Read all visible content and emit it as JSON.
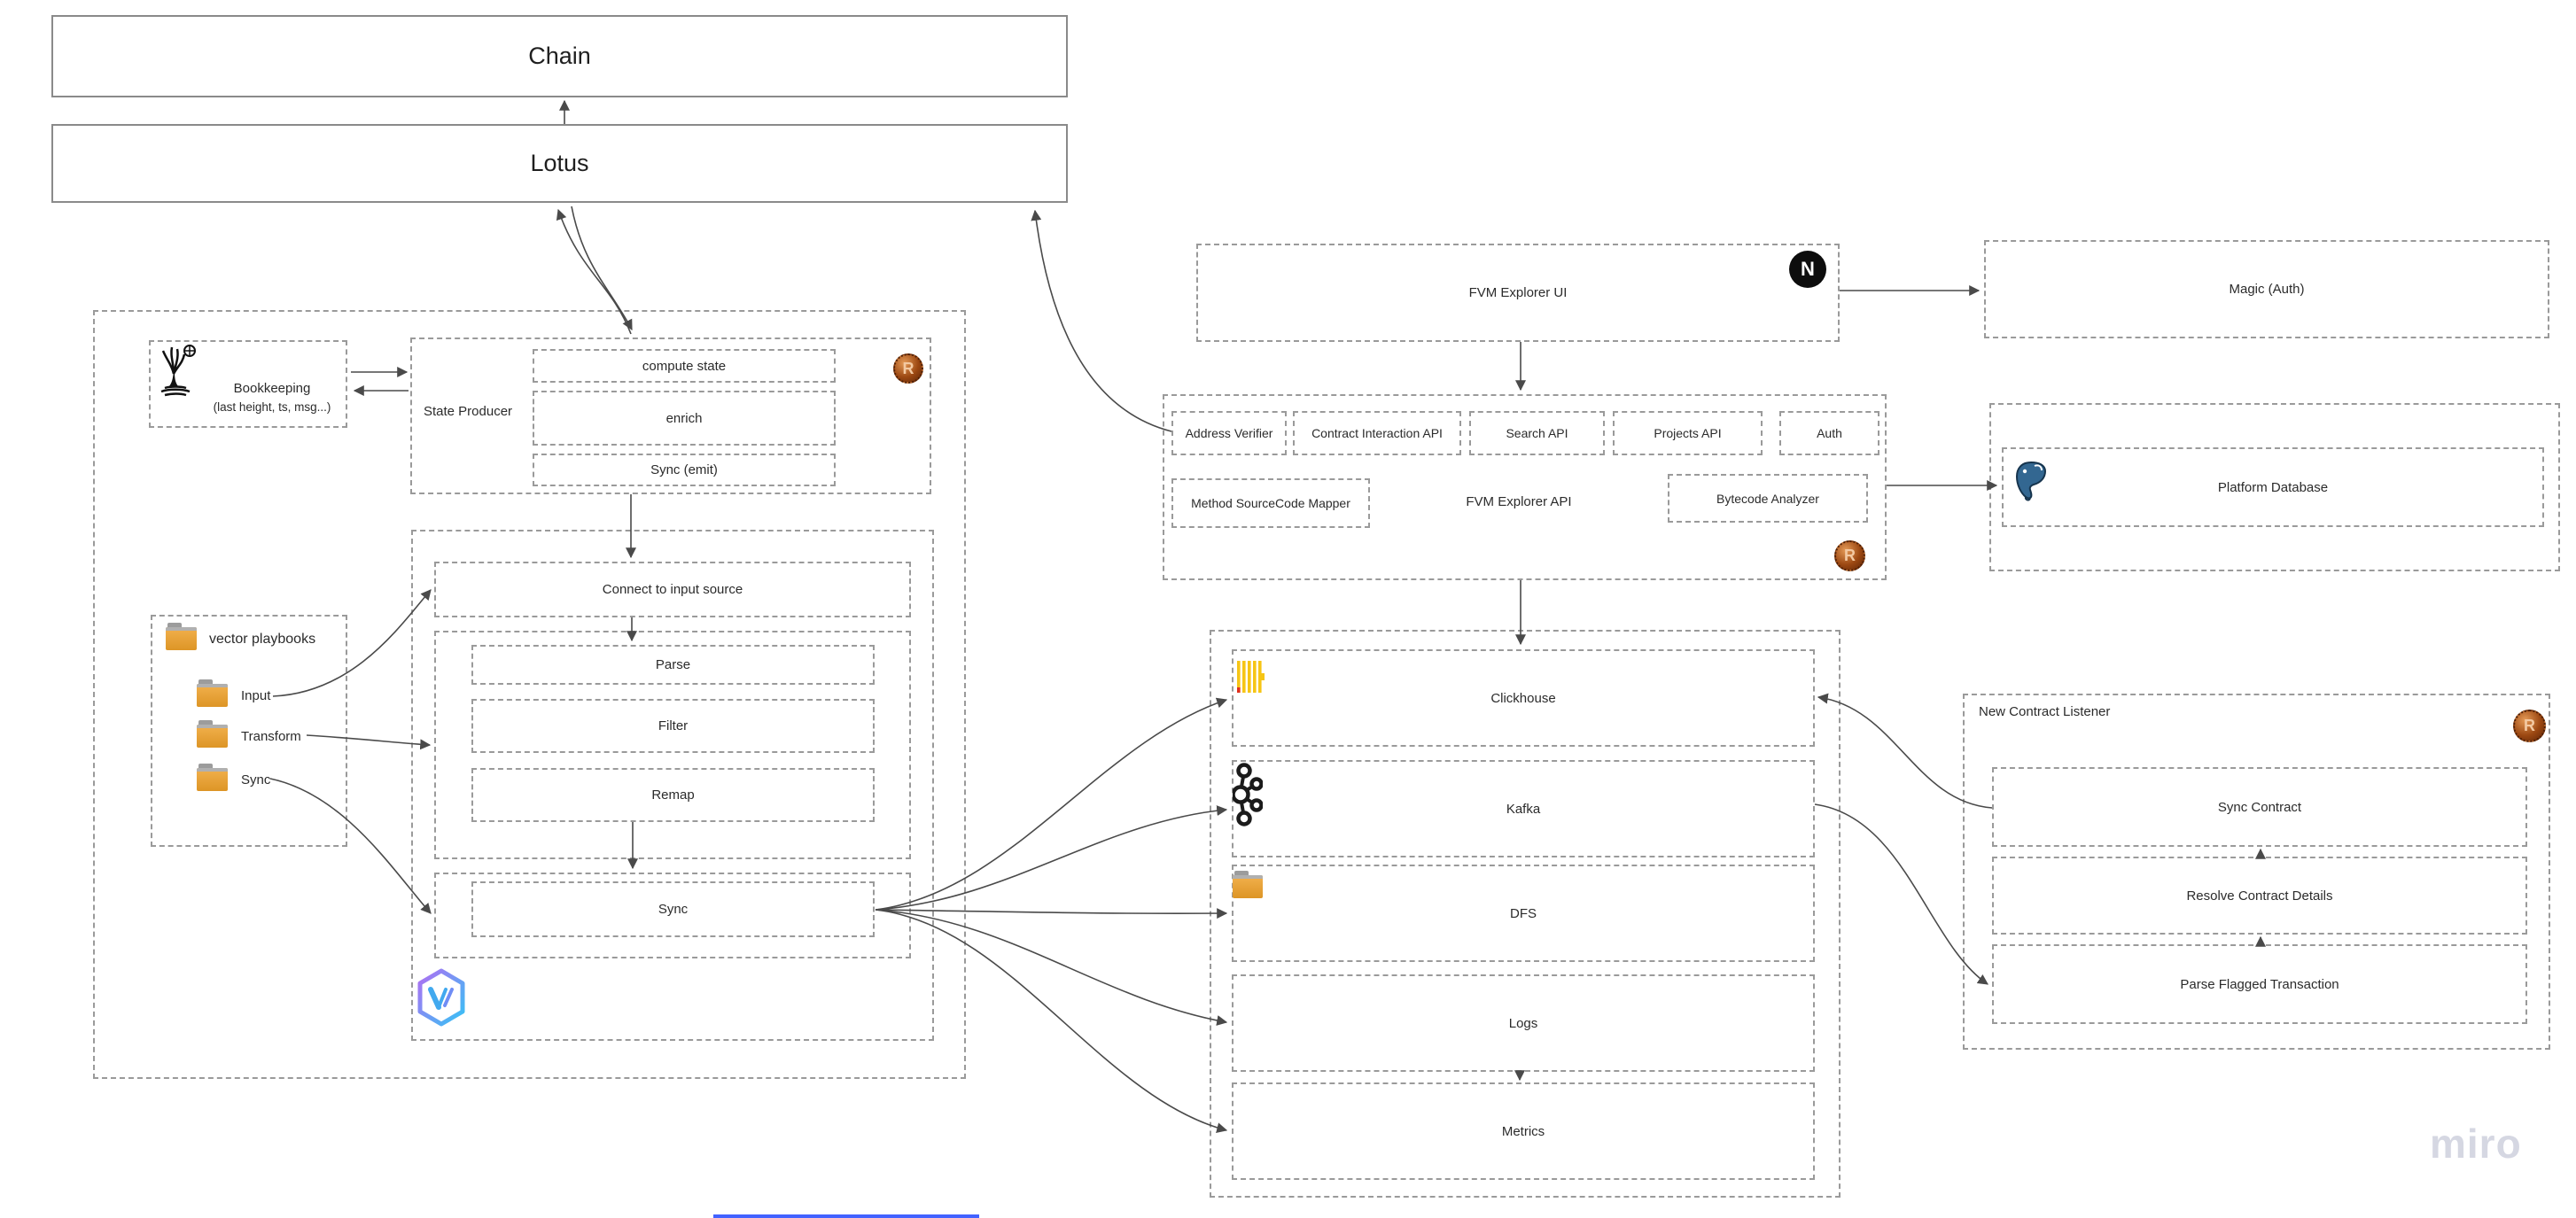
{
  "app": {
    "watermark": "miro"
  },
  "chain": {
    "label": "Chain"
  },
  "lotus": {
    "label": "Lotus"
  },
  "bookkeeping": {
    "title": "Bookkeeping",
    "subtitle": "(last height, ts, msg...)"
  },
  "state_producer": {
    "label": "State Producer",
    "steps": [
      "compute state",
      "enrich",
      "Sync (emit)"
    ]
  },
  "playbooks": {
    "title": "vector playbooks",
    "items": [
      "Input",
      "Transform",
      "Sync"
    ]
  },
  "pipeline": {
    "connect": "Connect to input source",
    "stages": [
      "Parse",
      "Filter",
      "Remap"
    ],
    "sync": "Sync"
  },
  "explorer_ui": {
    "label": "FVM Explorer UI"
  },
  "magic": {
    "label": "Magic (Auth)"
  },
  "api": {
    "label": "FVM Explorer API",
    "services": [
      "Address Verifier",
      "Contract Interaction API",
      "Search API",
      "Projects API",
      "Auth"
    ],
    "mapper": "Method SourceCode Mapper",
    "bytecode": "Bytecode Analyzer"
  },
  "platform_db": {
    "label": "Platform Database"
  },
  "data_plane": {
    "boxes": [
      "Clickhouse",
      "Kafka",
      "DFS",
      "Logs",
      "Metrics"
    ]
  },
  "listener": {
    "title": "New Contract Listener",
    "steps": [
      "Sync Contract",
      "Resolve Contract Details",
      "Parse Flagged Transaction"
    ]
  },
  "icons": {
    "rust_letter": "R",
    "nextjs_letter": "N"
  },
  "colors": {
    "accent_blue": "#4262ff",
    "folder_orange": "#e8a33d",
    "clickhouse_yellow": "#f6c515",
    "clickhouse_red": "#e0301e",
    "postgres_blue": "#336791",
    "vector_purple": "#b06ef3",
    "vector_cyan": "#35c3f5",
    "watermark_gray": "#d5d7e2",
    "wire_gray": "#4a4a4a"
  }
}
